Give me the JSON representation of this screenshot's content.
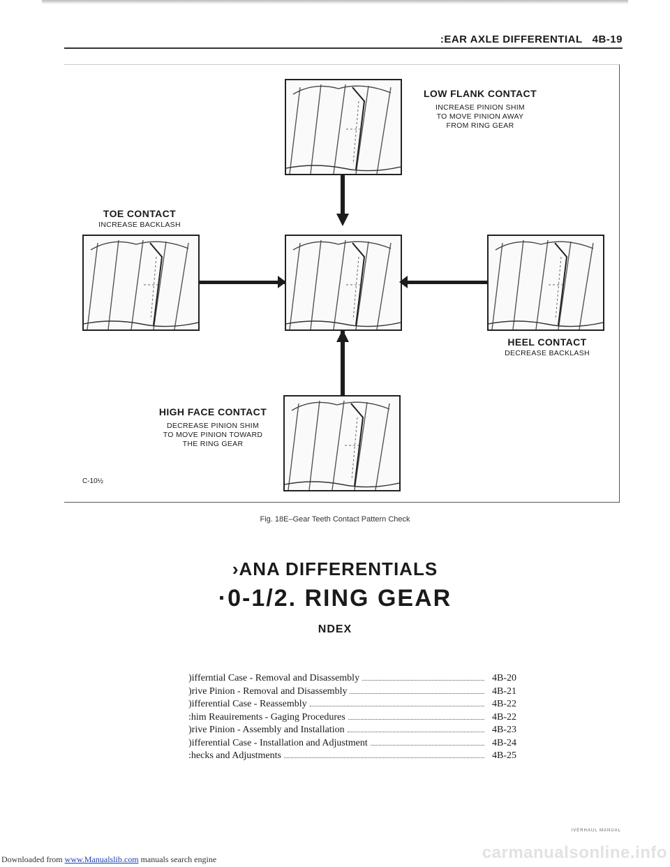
{
  "header": {
    "title": ":EAR AXLE DIFFERENTIAL",
    "page": "4B-19"
  },
  "figure": {
    "low_flank": {
      "title": "LOW FLANK CONTACT",
      "lines": [
        "INCREASE PINION SHIM",
        "TO MOVE PINION AWAY",
        "FROM RING GEAR"
      ]
    },
    "toe": {
      "title": "TOE CONTACT",
      "lines": [
        "INCREASE BACKLASH"
      ]
    },
    "heel": {
      "title": "HEEL CONTACT",
      "lines": [
        "DECREASE BACKLASH"
      ]
    },
    "high_face": {
      "title": "HIGH FACE CONTACT",
      "lines": [
        "DECREASE PINION SHIM",
        "TO MOVE PINION TOWARD",
        "THE RING GEAR"
      ]
    },
    "code": "C-10½",
    "caption": "Fig. 18E–Gear Teeth Contact Pattern Check"
  },
  "section": {
    "line1": "›ANA DIFFERENTIALS",
    "line2": "·0-1/2. RING GEAR",
    "index_title": "NDEX"
  },
  "toc": [
    {
      "title": ")ifferntial Case - Removal and Disassembly",
      "page": "4B-20"
    },
    {
      "title": ")rive Pinion - Removal and Disassembly",
      "page": "4B-21"
    },
    {
      "title": ")ifferential Case - Reassembly",
      "page": "4B-22"
    },
    {
      "title": ":him Reauirements - Gaging Procedures",
      "page": "4B-22"
    },
    {
      "title": ")rive Pinion - Assembly and Installation",
      "page": "4B-23"
    },
    {
      "title": ")ifferential Case - Installation and Adjustment",
      "page": "4B-24"
    },
    {
      "title": ":hecks and Adjustments",
      "page": "4B-25"
    }
  ],
  "footer": {
    "brand": "IVERHAUL MANUAL",
    "download_prefix": "Downloaded from ",
    "download_link": "www.Manualslib.com",
    "download_suffix": " manuals search engine",
    "watermark": "carmanualsonline.info"
  }
}
